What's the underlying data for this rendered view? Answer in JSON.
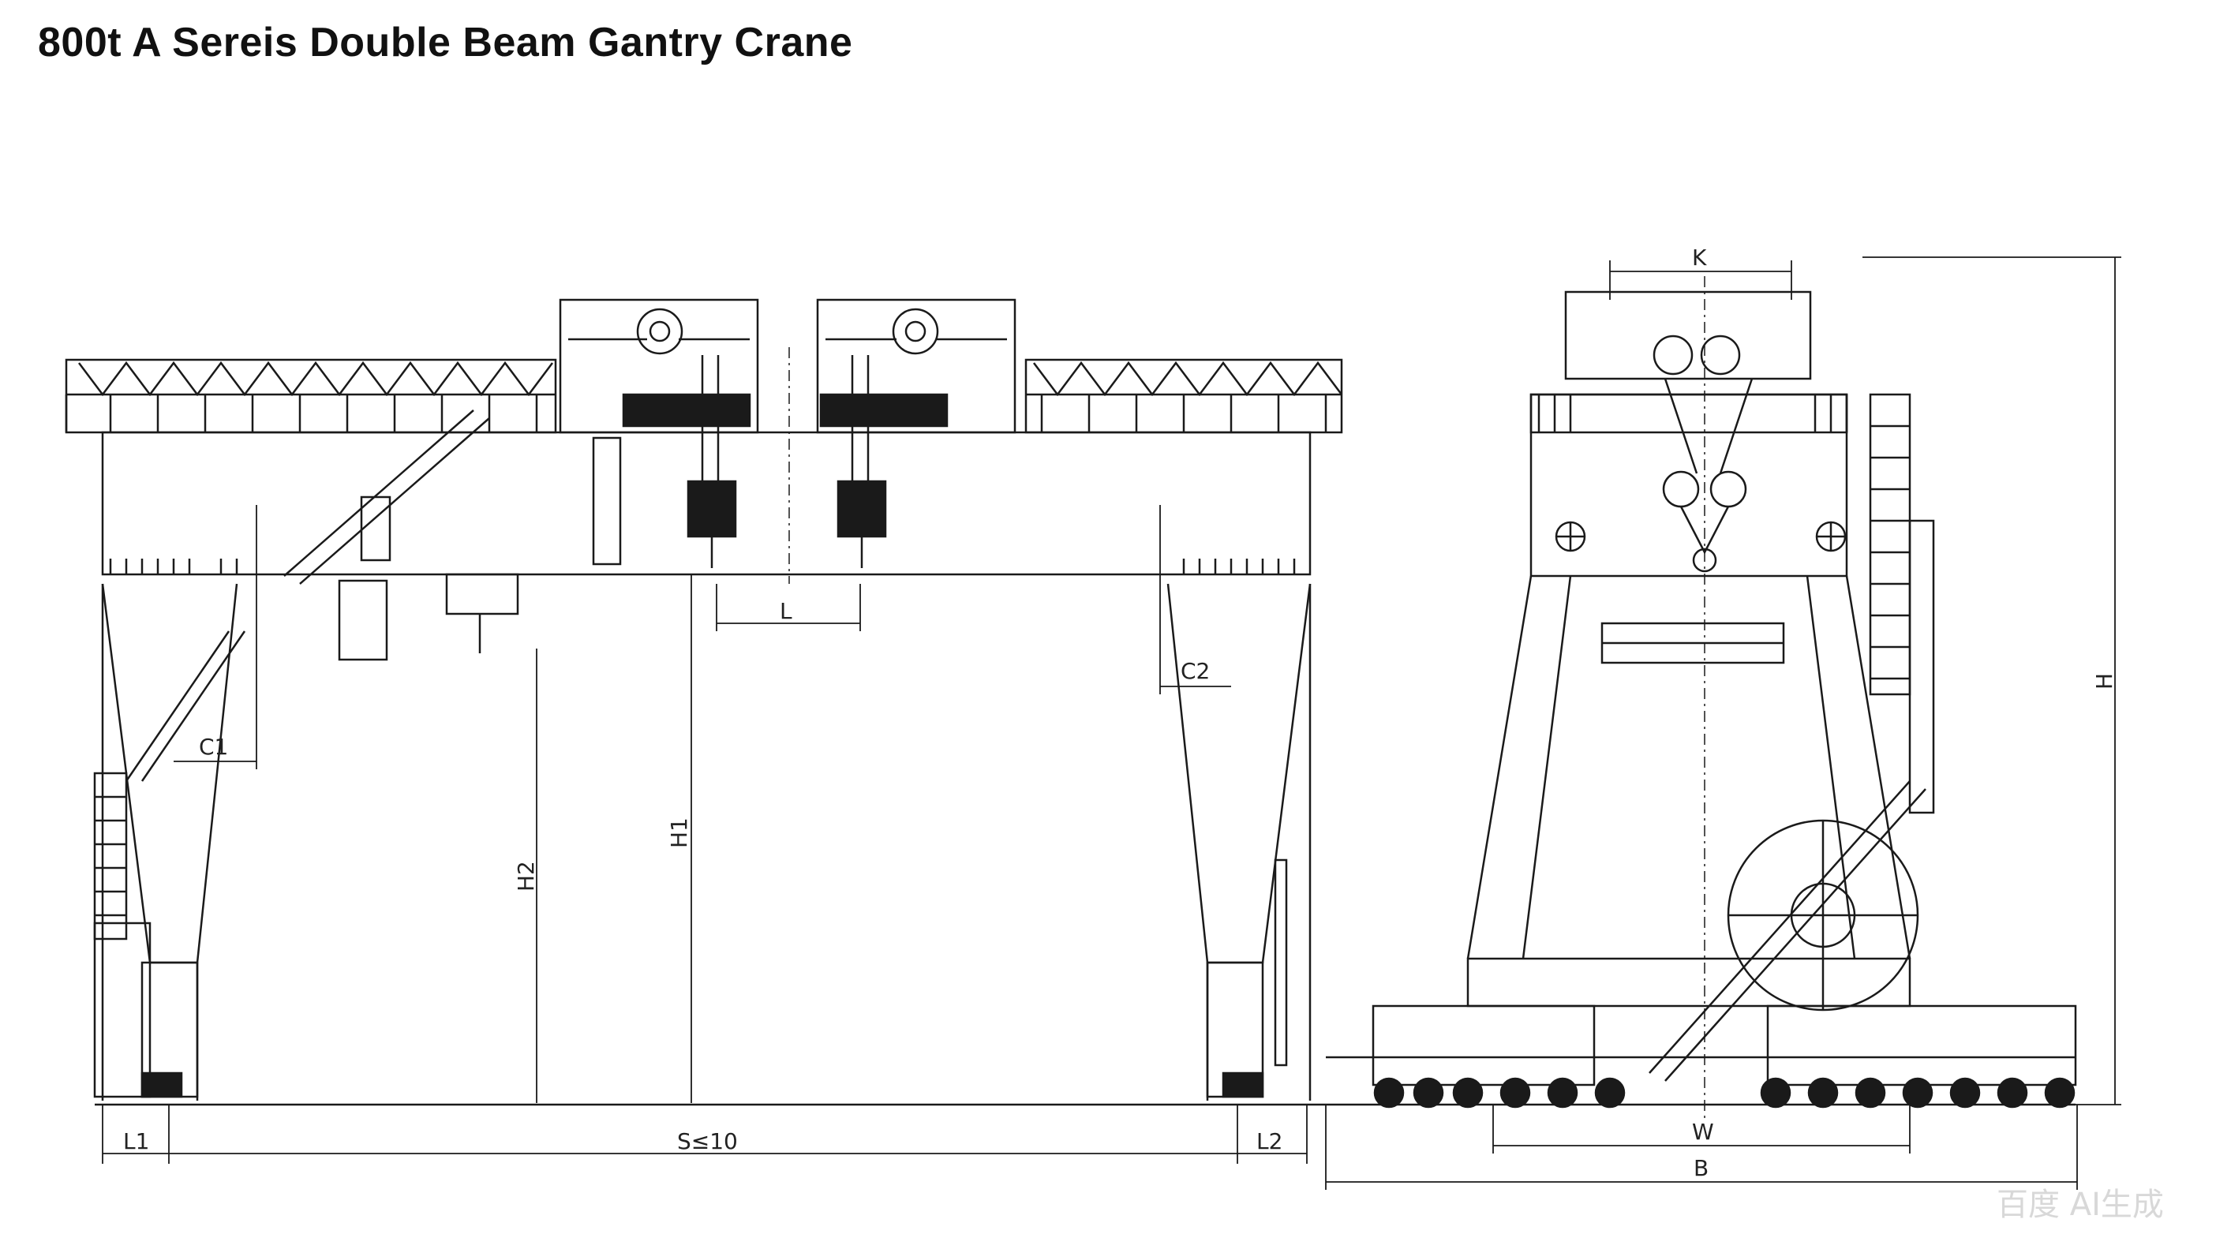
{
  "title": "800t A Sereis Double Beam Gantry Crane",
  "dimensions": {
    "span": "S≤10",
    "l1": "L1",
    "l2": "L2",
    "h1": "H1",
    "h2": "H2",
    "h": "H",
    "c1": "C1",
    "c2": "C2",
    "l": "L",
    "k": "K",
    "w": "W",
    "b": "B"
  },
  "watermark": "百度 AI生成",
  "line_color": "#1a1a1a"
}
